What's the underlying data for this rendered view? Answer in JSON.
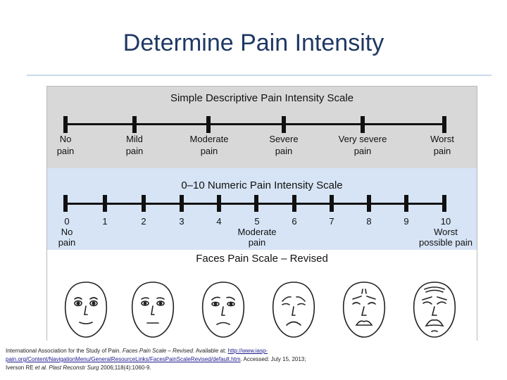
{
  "slide": {
    "title": "Determine Pain Intensity"
  },
  "descriptive_scale": {
    "title": "Simple Descriptive Pain Intensity Scale",
    "labels": [
      [
        "No",
        "pain"
      ],
      [
        "Mild",
        "pain"
      ],
      [
        "Moderate",
        "pain"
      ],
      [
        "Severe",
        "pain"
      ],
      [
        "Very severe",
        "pain"
      ],
      [
        "Worst",
        "pain"
      ]
    ]
  },
  "numeric_scale": {
    "title": "0–10 Numeric Pain Intensity Scale",
    "numbers": [
      "0",
      "1",
      "2",
      "3",
      "4",
      "5",
      "6",
      "7",
      "8",
      "9",
      "10"
    ],
    "anchor_0": [
      "No",
      "pain"
    ],
    "anchor_5": [
      "Moderate",
      "pain"
    ],
    "anchor_10": [
      "Worst",
      "possible pain"
    ]
  },
  "faces_scale": {
    "title": "Faces Pain Scale – Revised",
    "face_count": 6
  },
  "citation": {
    "part1": "International Association for the Study of Pain. ",
    "italic1": "Faces Pain Scale – Revised.",
    "part2": " Available at: ",
    "url": "http://www.iasp-pain.org/Content/NavigationMenu/GeneralResourceLinks/FacesPainScaleRevised/default.htm",
    "part3": ". Accessed: July 15, 2013;",
    "part4": "Iverson RE ",
    "italic2": "et al. Plast Reconstr Surg",
    "part5": " 2006;118(4):1060-9."
  }
}
